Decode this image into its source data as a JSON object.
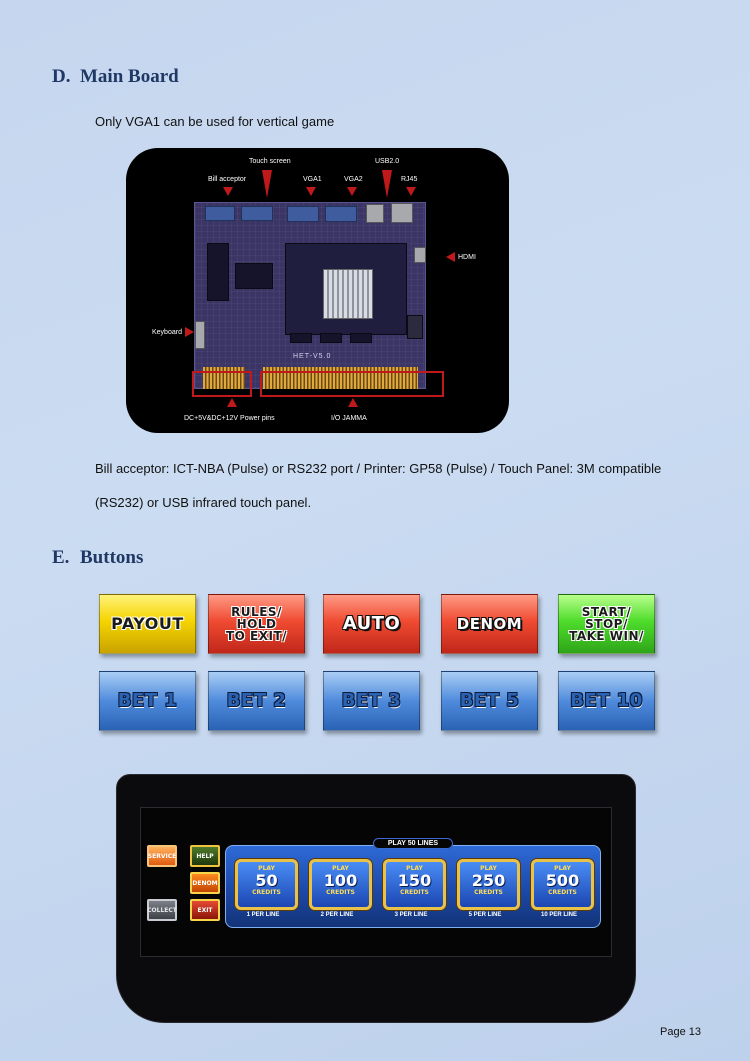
{
  "section_d": {
    "letter": "D.",
    "title": "Main Board"
  },
  "note": "Only VGA1 can be used for vertical game",
  "board": {
    "labels": {
      "touch_screen": "Touch screen",
      "usb": "USB2.0",
      "bill": "Bill acceptor",
      "vga1": "VGA1",
      "vga2": "VGA2",
      "rj45": "RJ45",
      "hdmi": "HDMI",
      "keyboard": "Keyboard",
      "power": "DC+5V&DC+12V Power pins",
      "jamma": "I/O JAMMA"
    },
    "model": "HET-V5.0"
  },
  "description": {
    "line1": "Bill acceptor: ICT-NBA (Pulse) or RS232 port / Printer: GP58 (Pulse) / Touch Panel: 3M compatible",
    "line2": "(RS232) or USB infrared touch panel."
  },
  "section_e": {
    "letter": "E.",
    "title": "Buttons"
  },
  "buttons_row1": [
    {
      "label": "PAYOUT",
      "color": "yellow"
    },
    {
      "label": "RULES/\nHOLD\nTO EXIT/",
      "color": "red"
    },
    {
      "label": "AUTO",
      "color": "red"
    },
    {
      "label": "DENOM",
      "color": "red"
    },
    {
      "label": "START/\nSTOP/\nTAKE WIN/",
      "color": "green"
    }
  ],
  "buttons_row2": [
    {
      "label": "BET 1"
    },
    {
      "label": "BET  2"
    },
    {
      "label": "BET  3"
    },
    {
      "label": "BET  5"
    },
    {
      "label": "BET  10"
    }
  ],
  "panel": {
    "service": "SERVICE",
    "help": "HELP",
    "denom": "DENOM",
    "collect": "COLLECT",
    "exit": "EXIT",
    "play_title": "PLAY 50 LINES",
    "cards": [
      {
        "play": "PLAY",
        "amount": "50",
        "credits": "CREDITS",
        "per_line": "1 PER  LINE"
      },
      {
        "play": "PLAY",
        "amount": "100",
        "credits": "CREDITS",
        "per_line": "2 PER  LINE"
      },
      {
        "play": "PLAY",
        "amount": "150",
        "credits": "CREDITS",
        "per_line": "3 PER  LINE"
      },
      {
        "play": "PLAY",
        "amount": "250",
        "credits": "CREDITS",
        "per_line": "5 PER  LINE"
      },
      {
        "play": "PLAY",
        "amount": "500",
        "credits": "CREDITS",
        "per_line": "10 PER  LINE"
      }
    ]
  },
  "page": "Page  13"
}
